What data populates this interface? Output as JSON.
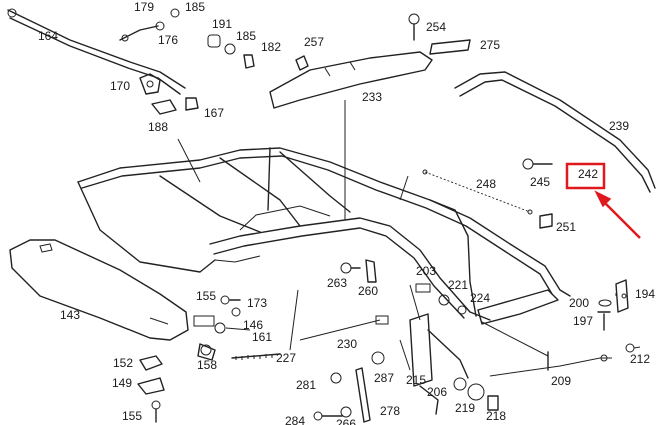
{
  "labels": {
    "l179": "179",
    "l185a": "185",
    "l191": "191",
    "l185b": "185",
    "l182": "182",
    "l176": "176",
    "l164": "164",
    "l254": "254",
    "l257": "257",
    "l275": "275",
    "l170": "170",
    "l233": "233",
    "l188": "188",
    "l167": "167",
    "l239": "239",
    "l248": "248",
    "l245": "245",
    "l242": "242",
    "l251": "251",
    "l203": "203",
    "l221": "221",
    "l224": "224",
    "l263": "263",
    "l260": "260",
    "l155a": "155",
    "l173": "173",
    "l143": "143",
    "l146": "146",
    "l161": "161",
    "l227": "227",
    "l230": "230",
    "l200": "200",
    "l194": "194",
    "l197": "197",
    "l212": "212",
    "l152": "152",
    "l158": "158",
    "l287": "287",
    "l215": "215",
    "l206": "206",
    "l209": "209",
    "l149": "149",
    "l281": "281",
    "l155b": "155",
    "l284": "284",
    "l278": "278",
    "l219": "219",
    "l218": "218",
    "l266": "266"
  },
  "highlight": {
    "target_label": "242",
    "box_color": "#e0191f",
    "arrow_color": "#e0191f"
  },
  "colors": {
    "line": "#222222",
    "background": "#ffffff"
  }
}
